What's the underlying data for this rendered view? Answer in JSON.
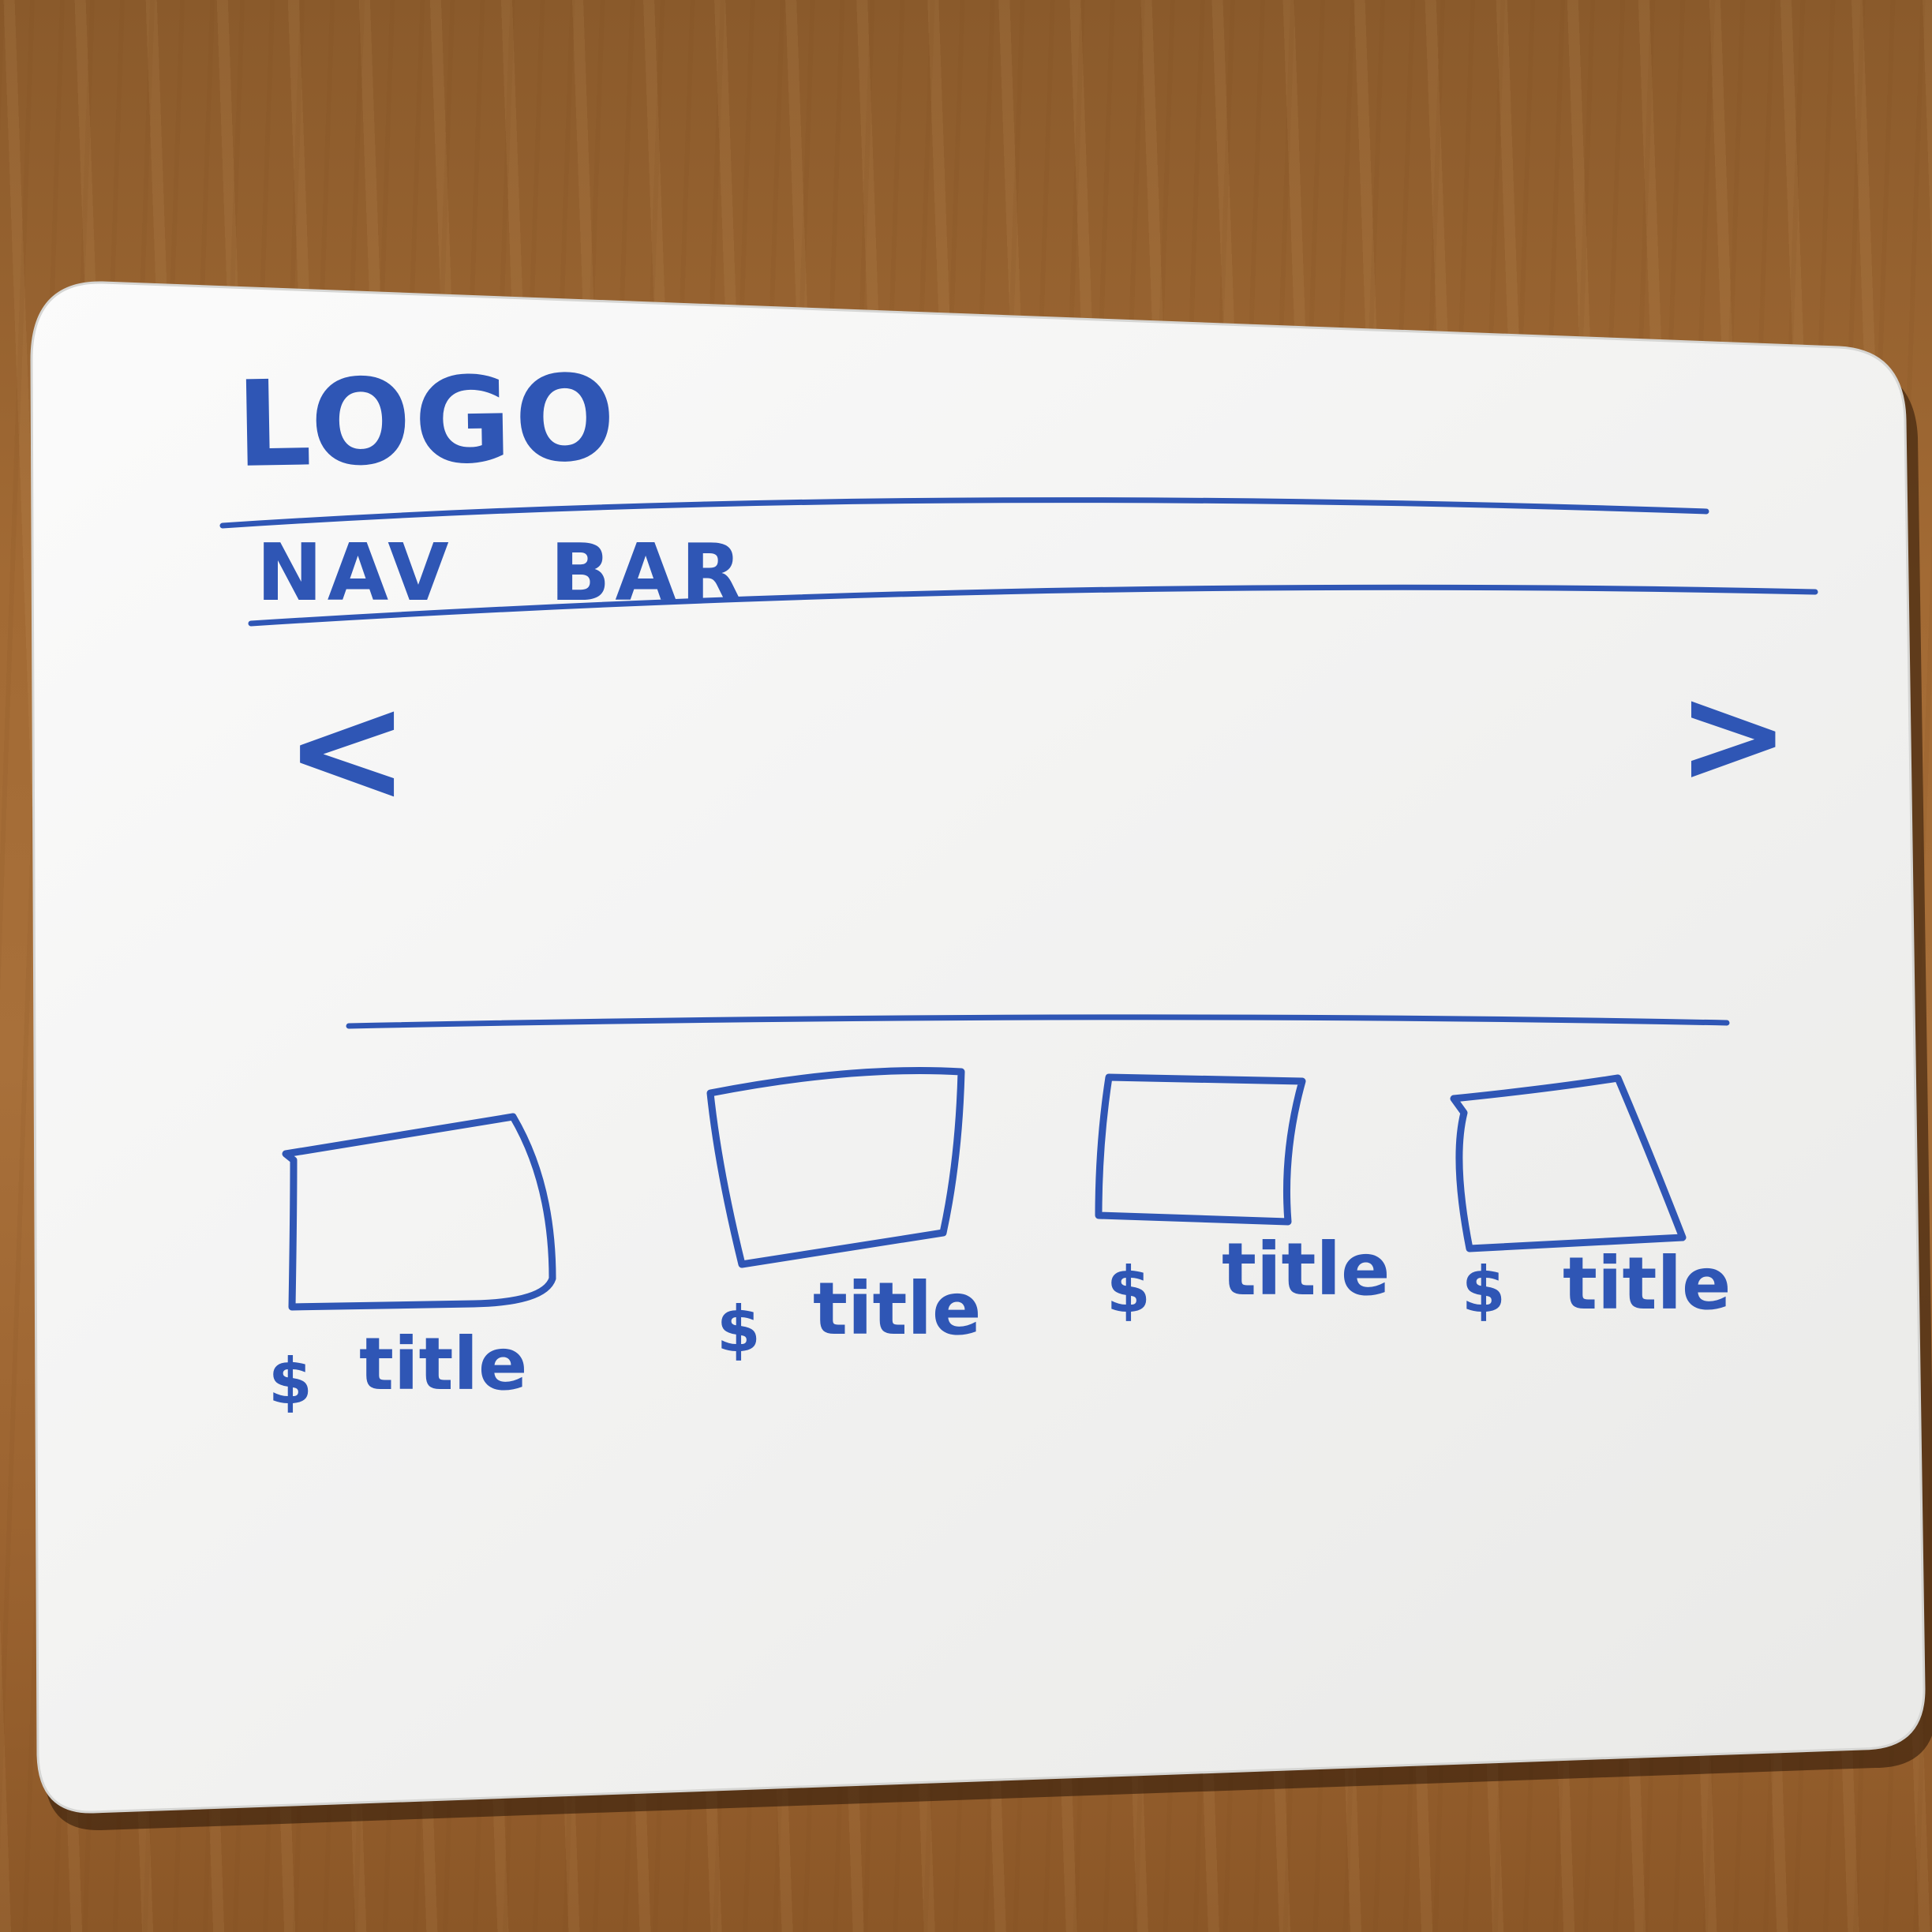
{
  "whiteboard": {
    "header": {
      "logo_label": "LOGO",
      "nav_label": "NAV   BAR"
    },
    "carousel": {
      "prev_glyph": "<",
      "next_glyph": ">"
    },
    "products": [
      {
        "price": "$",
        "title": "title"
      },
      {
        "price": "$",
        "title": "title"
      },
      {
        "price": "$",
        "title": "title"
      },
      {
        "price": "$",
        "title": "title"
      }
    ]
  },
  "colors": {
    "marker": "#2f56b5",
    "board": "#f4f4f4",
    "table": "#a26a34"
  }
}
